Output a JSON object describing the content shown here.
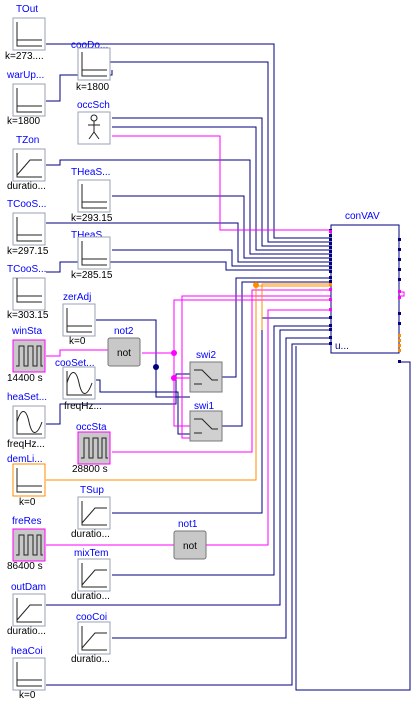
{
  "blocks": {
    "TOut": {
      "name": "TOut",
      "param": "k=273...."
    },
    "warUp": {
      "name": "warUp...",
      "param": "k=1800"
    },
    "TZon": {
      "name": "TZon",
      "param": "duratio..."
    },
    "TCooS1": {
      "name": "TCooS...",
      "param": "k=297.15"
    },
    "TCooS2": {
      "name": "TCooS...",
      "param": "k=303.15"
    },
    "winSta": {
      "name": "winSta",
      "param": "14400 s"
    },
    "heaSet": {
      "name": "heaSet...",
      "param": "freqHz..."
    },
    "demLi": {
      "name": "demLi...",
      "param": "k=0"
    },
    "freRes": {
      "name": "freRes",
      "param": "86400 s"
    },
    "outDam": {
      "name": "outDam",
      "param": "duratio..."
    },
    "heaCoi": {
      "name": "heaCoi",
      "param": "k=0"
    },
    "cooDo": {
      "name": "cooDo...",
      "param": "k=1800"
    },
    "occSch": {
      "name": "occSch",
      "param": ""
    },
    "THeaS1": {
      "name": "THeaS...",
      "param": "k=293.15"
    },
    "THeaS2": {
      "name": "THeaS...",
      "param": "k=285.15"
    },
    "zerAdj": {
      "name": "zerAdj",
      "param": "k=0"
    },
    "cooSet": {
      "name": "cooSet...",
      "param": "freqHz..."
    },
    "occSta": {
      "name": "occSta",
      "param": "28800 s"
    },
    "TSup": {
      "name": "TSup",
      "param": "duratio..."
    },
    "mixTem": {
      "name": "mixTem",
      "param": "duratio..."
    },
    "cooCoi": {
      "name": "cooCoi",
      "param": "duratio..."
    },
    "not2": {
      "name": "not2",
      "param": "not"
    },
    "not1": {
      "name": "not1",
      "param": "not"
    },
    "swi2": {
      "name": "swi2",
      "param": ""
    },
    "swi1": {
      "name": "swi1",
      "param": ""
    },
    "conVAV": {
      "name": "conVAV",
      "param": "u..."
    }
  },
  "colors": {
    "real_signal": "#000080",
    "boolean_signal": "#ff00ff",
    "integer_signal": "#ff8c00",
    "label": "#0000ff"
  }
}
